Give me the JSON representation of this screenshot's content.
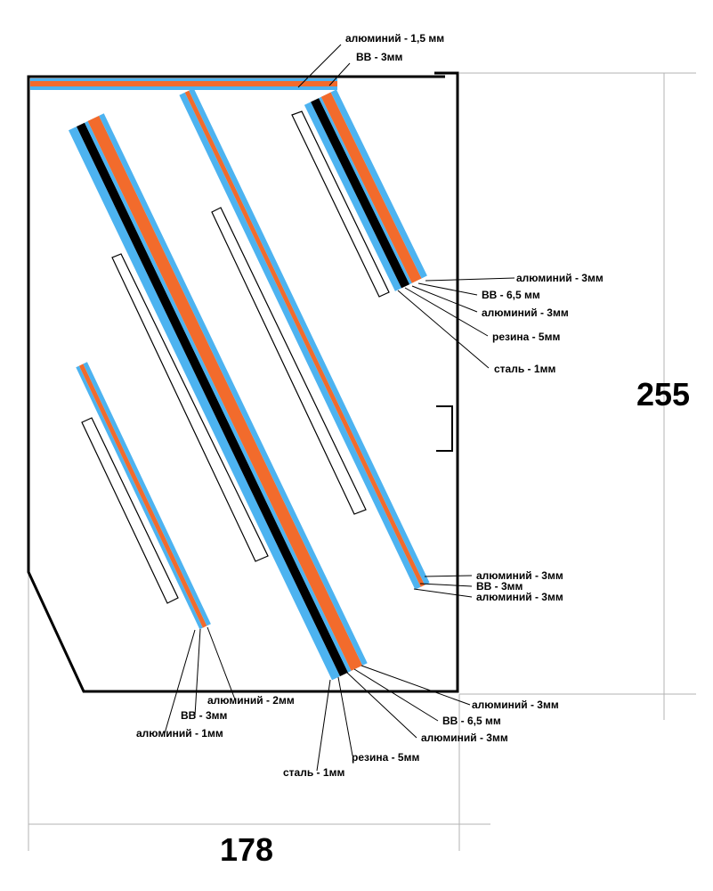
{
  "colors": {
    "aluminium": "#4db3f0",
    "explosive": "#f26b2c",
    "rubber": "#000000",
    "steel": "#ffffff",
    "outline": "#000000",
    "dimension_line": "#b3b3b3"
  },
  "dimensions": {
    "height": "255",
    "width": "178"
  },
  "top_plate_labels": {
    "aluminium": "алюминий - 1,5 мм",
    "explosive": "ВВ - 3мм"
  },
  "upper_right_module_labels": [
    "алюминий - 3мм",
    "ВВ - 6,5 мм",
    "алюминий - 3мм",
    "резина - 5мм",
    "сталь - 1мм"
  ],
  "middle_module_labels": [
    "алюминий - 3мм",
    "ВВ - 3мм",
    "алюминий - 3мм"
  ],
  "large_module_labels": [
    "алюминий - 3мм",
    "ВВ - 6,5 мм",
    "алюминий - 3мм",
    "резина - 5мм",
    "сталь - 1мм"
  ],
  "small_module_labels": [
    "алюминий - 2мм",
    "ВВ - 3мм",
    "алюминий - 1мм"
  ]
}
